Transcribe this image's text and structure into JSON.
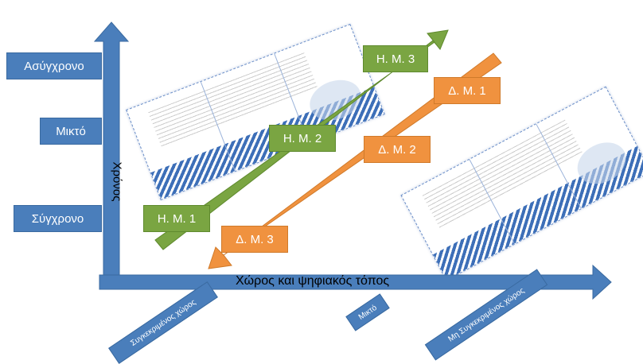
{
  "diagram": {
    "y_axis": {
      "label": "Χρόνος",
      "levels": [
        "Ασύγχρονο",
        "Μικτό",
        "Σύγχρονο"
      ]
    },
    "x_axis": {
      "label": "Χώρος και ψηφιακός τόπος",
      "levels": [
        "Συγκεκριμένος χώρος",
        "Μικτό",
        "Μη Συγκεκριμένος χώρος"
      ]
    },
    "green_arrow": {
      "labels": [
        "Η. Μ. 1",
        "Η. Μ. 2",
        "Η. Μ. 3"
      ],
      "color": "#7aa542"
    },
    "orange_arrow": {
      "labels": [
        "Δ. Μ. 1",
        "Δ. Μ. 2",
        "Δ. Μ. 3"
      ],
      "color": "#f0923f"
    },
    "axis_color": "#4a7ebb"
  }
}
